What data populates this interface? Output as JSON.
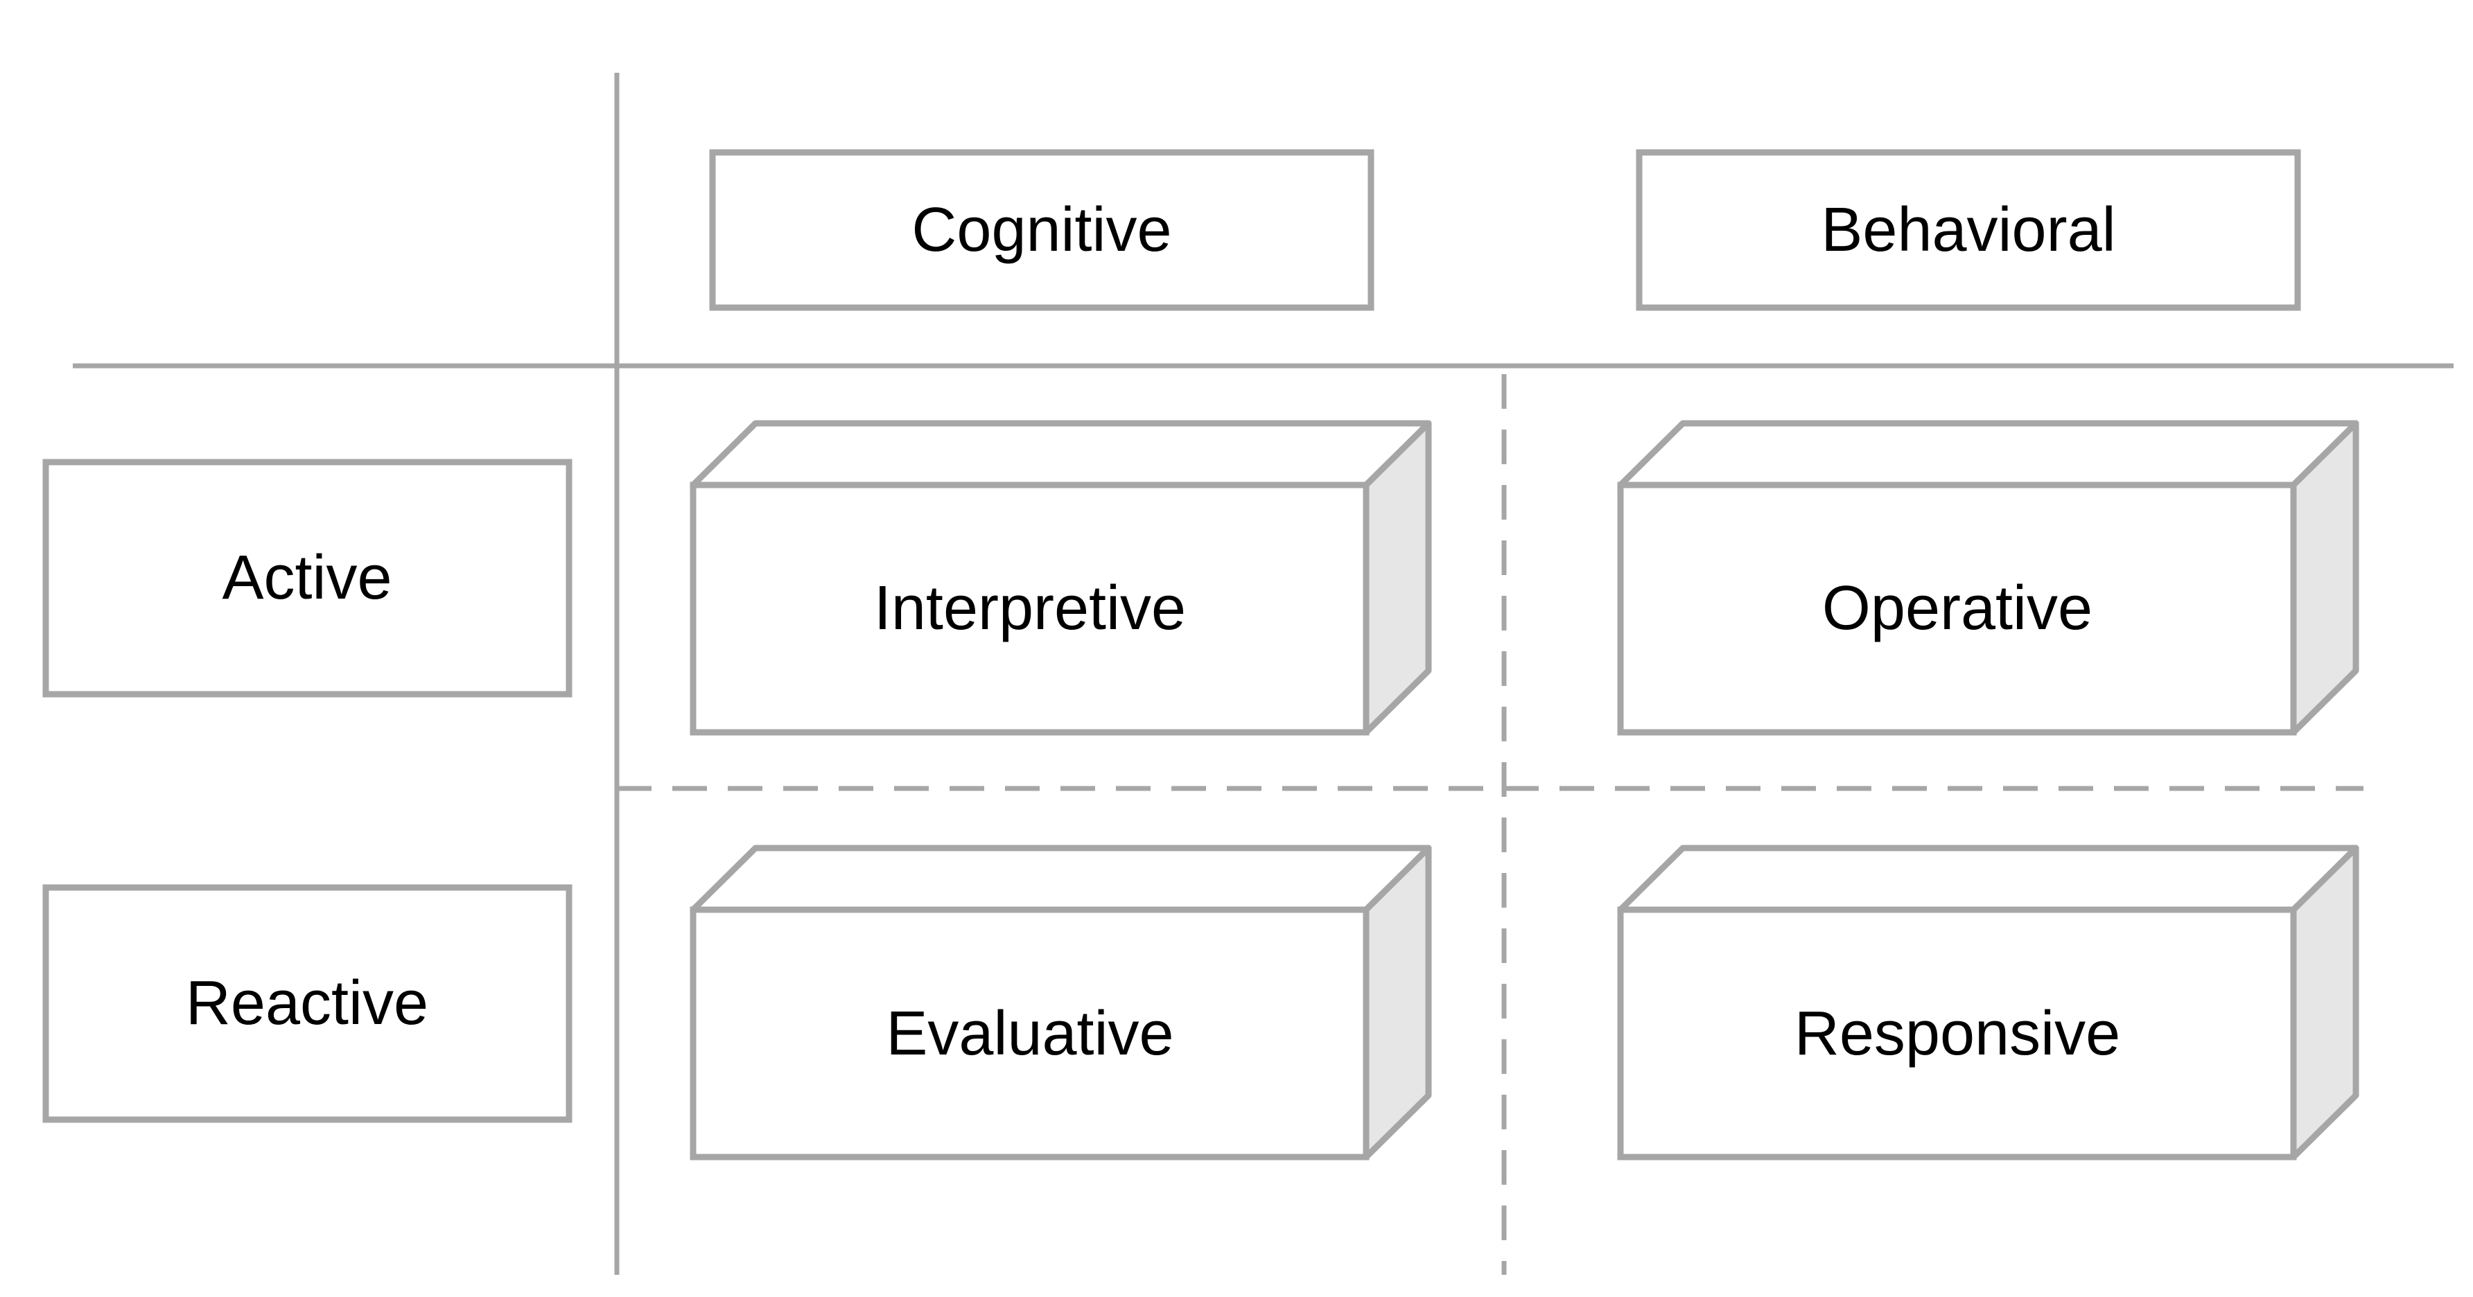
{
  "colors": {
    "stroke": "#a6a6a6",
    "side_face": "#e6e6e6",
    "face": "#ffffff",
    "text": "#000000"
  },
  "columns": {
    "cognitive": "Cognitive",
    "behavioral": "Behavioral"
  },
  "rows": {
    "active": "Active",
    "reactive": "Reactive"
  },
  "cells": {
    "interpretive": "Interpretive",
    "operative": "Operative",
    "evaluative": "Evaluative",
    "responsive": "Responsive"
  }
}
